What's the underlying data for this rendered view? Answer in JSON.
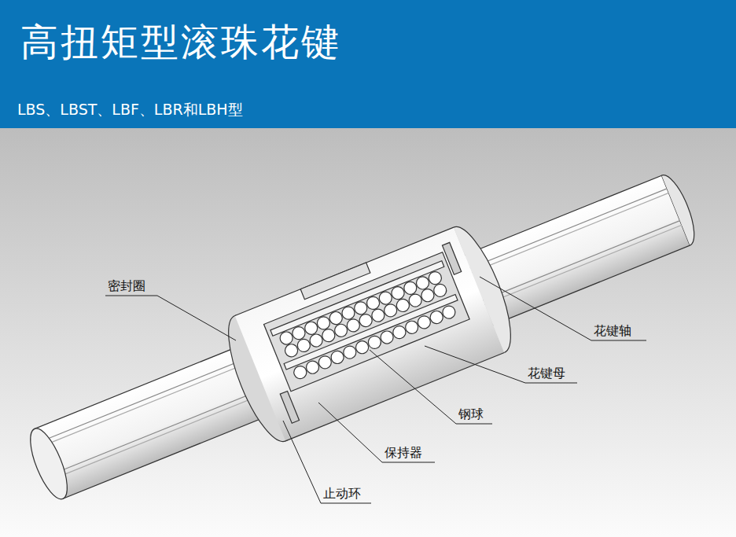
{
  "diagram": {
    "title": "高扭矩型滚珠花键",
    "caption": "LBS、LBST、LBF、LBR和LBH型",
    "labels": [
      "密封圈",
      "花键轴",
      "花键母",
      "钢球",
      "保持器",
      "止动环"
    ]
  }
}
